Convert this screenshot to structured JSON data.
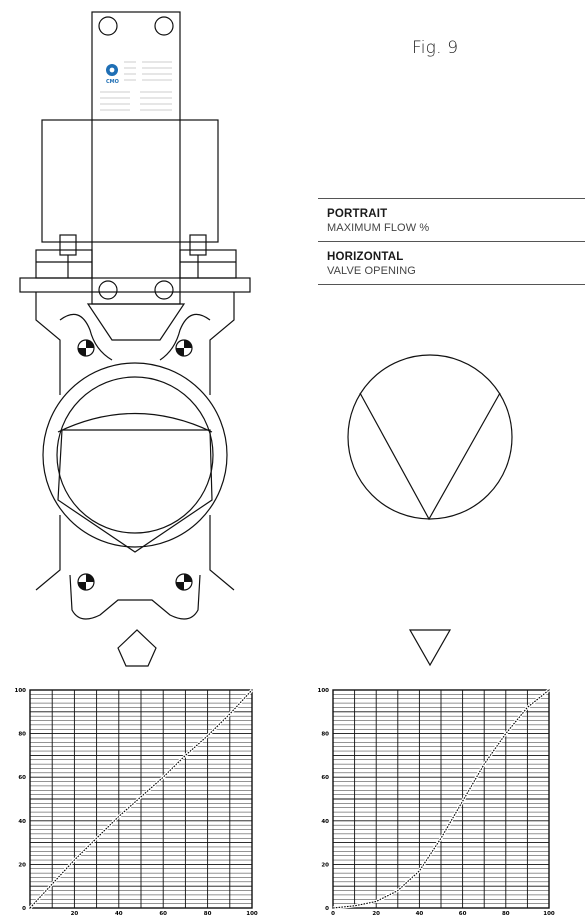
{
  "figure": {
    "label": "Fig. 9"
  },
  "legend": {
    "portrait": {
      "title": "PORTRAIT",
      "desc": "MAXIMUM FLOW %"
    },
    "horizontal": {
      "title": "HORIZONTAL",
      "desc": "VALVE OPENING"
    }
  },
  "logo": {
    "text": "CMO"
  },
  "chart_data": [
    {
      "type": "line",
      "title": "",
      "xlabel": "",
      "ylabel": "",
      "xlim": [
        0,
        100
      ],
      "ylim": [
        0,
        100
      ],
      "grid": true,
      "x_ticks": [
        "20",
        "40",
        "60",
        "80",
        "100"
      ],
      "y_ticks": [
        "0",
        "20",
        "40",
        "60",
        "80",
        "100"
      ],
      "series": [
        {
          "x": [
            0,
            10,
            20,
            30,
            40,
            50,
            60,
            70,
            80,
            90,
            100
          ],
          "y": [
            0,
            11,
            22,
            32,
            42,
            51,
            60,
            70,
            79,
            89,
            100
          ]
        }
      ]
    },
    {
      "type": "line",
      "title": "",
      "xlabel": "",
      "ylabel": "",
      "xlim": [
        0,
        100
      ],
      "ylim": [
        0,
        100
      ],
      "grid": true,
      "x_ticks": [
        "0",
        "20",
        "40",
        "60",
        "80",
        "100"
      ],
      "y_ticks": [
        "0",
        "20",
        "40",
        "60",
        "80",
        "100"
      ],
      "series": [
        {
          "x": [
            0,
            10,
            20,
            30,
            40,
            50,
            60,
            70,
            80,
            90,
            100
          ],
          "y": [
            0,
            1,
            3,
            8,
            17,
            32,
            49,
            66,
            80,
            92,
            100
          ]
        }
      ]
    }
  ]
}
